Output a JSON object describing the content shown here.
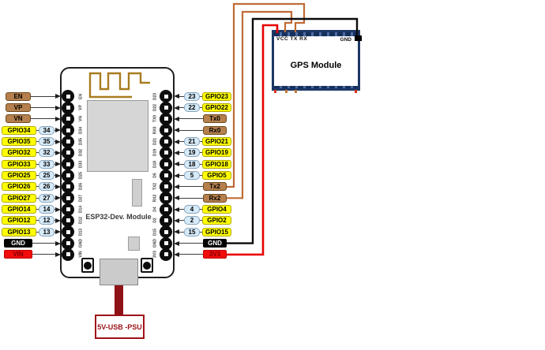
{
  "esp32_board": {
    "label": "ESP32-Dev. Module",
    "left_pins": [
      {
        "label": "EN",
        "silkscreen": "EN",
        "type": "ctrl"
      },
      {
        "label": "VP",
        "silkscreen": "VP",
        "type": "ctrl"
      },
      {
        "label": "VN",
        "silkscreen": "VN",
        "type": "ctrl"
      },
      {
        "label": "GPIO34",
        "pin_number": "34",
        "silkscreen": "D34",
        "type": "gpio"
      },
      {
        "label": "GPIO35",
        "pin_number": "35",
        "silkscreen": "D35",
        "type": "gpio"
      },
      {
        "label": "GPIO32",
        "pin_number": "32",
        "silkscreen": "D32",
        "type": "gpio"
      },
      {
        "label": "GPIO33",
        "pin_number": "33",
        "silkscreen": "D33",
        "type": "gpio"
      },
      {
        "label": "GPIO25",
        "pin_number": "25",
        "silkscreen": "D25",
        "type": "gpio"
      },
      {
        "label": "GPIO26",
        "pin_number": "26",
        "silkscreen": "D26",
        "type": "gpio"
      },
      {
        "label": "GPIO27",
        "pin_number": "27",
        "silkscreen": "D27",
        "type": "gpio"
      },
      {
        "label": "GPIO14",
        "pin_number": "14",
        "silkscreen": "D14",
        "type": "gpio"
      },
      {
        "label": "GPIO12",
        "pin_number": "12",
        "silkscreen": "D12",
        "type": "gpio"
      },
      {
        "label": "GPIO13",
        "pin_number": "13",
        "silkscreen": "D13",
        "type": "gpio"
      },
      {
        "label": "GND",
        "silkscreen": "GND",
        "type": "ground"
      },
      {
        "label": "VIN",
        "silkscreen": "VIN",
        "type": "power"
      }
    ],
    "right_pins": [
      {
        "label": "GPIO23",
        "pin_number": "23",
        "silkscreen": "D23",
        "type": "gpio"
      },
      {
        "label": "GPIO22",
        "pin_number": "22",
        "silkscreen": "D22",
        "type": "gpio"
      },
      {
        "label": "Tx0",
        "silkscreen": "TX0",
        "type": "uart"
      },
      {
        "label": "Rx0",
        "silkscreen": "RX0",
        "type": "uart"
      },
      {
        "label": "GPIO21",
        "pin_number": "21",
        "silkscreen": "D21",
        "type": "gpio"
      },
      {
        "label": "GPIO19",
        "pin_number": "19",
        "silkscreen": "D19",
        "type": "gpio"
      },
      {
        "label": "GPIO18",
        "pin_number": "18",
        "silkscreen": "D18",
        "type": "gpio"
      },
      {
        "label": "GPIO5",
        "pin_number": "5",
        "silkscreen": "D5",
        "type": "gpio"
      },
      {
        "label": "Tx2",
        "silkscreen": "TX2",
        "type": "uart"
      },
      {
        "label": "Rx2",
        "silkscreen": "RX2",
        "type": "uart"
      },
      {
        "label": "GPIO4",
        "pin_number": "4",
        "silkscreen": "D4",
        "type": "gpio"
      },
      {
        "label": "GPIO2",
        "pin_number": "2",
        "silkscreen": "D2",
        "type": "gpio"
      },
      {
        "label": "GPIO15",
        "pin_number": "15",
        "silkscreen": "D15",
        "type": "gpio"
      },
      {
        "label": "GND",
        "silkscreen": "GND",
        "type": "ground"
      },
      {
        "label": "3V3",
        "silkscreen": "3V3",
        "type": "power"
      }
    ]
  },
  "gps_module": {
    "label": "GPS Module",
    "pin_row_left": "VCC TX RX",
    "pin_gnd": "GND"
  },
  "power_supply": {
    "label": "5V-USB -PSU"
  },
  "connections": [
    {
      "from": "ESP32 Tx2",
      "to": "GPS RX",
      "color_key": "wire_uart"
    },
    {
      "from": "ESP32 Rx2",
      "to": "GPS TX",
      "color_key": "wire_uart"
    },
    {
      "from": "ESP32 GND",
      "to": "GPS GND",
      "color_key": "wire_ground"
    },
    {
      "from": "ESP32 3V3",
      "to": "GPS VCC",
      "color_key": "wire_power"
    }
  ],
  "colors": {
    "gpio_label_bg": "#ffff00",
    "pin_number_bg": "#d6eaf8",
    "uart_label_bg": "#b5804d",
    "ground_label_bg": "#000000",
    "power_label_bg": "#f20c0c",
    "wire_uart": "#bf6b35",
    "wire_ground": "#0a0a0a",
    "wire_power": "#ea0000",
    "gps_border": "#1d3866",
    "antenna": "#a87c1f",
    "usb_cable": "#8e1216",
    "psu_accent": "#9c1218"
  }
}
